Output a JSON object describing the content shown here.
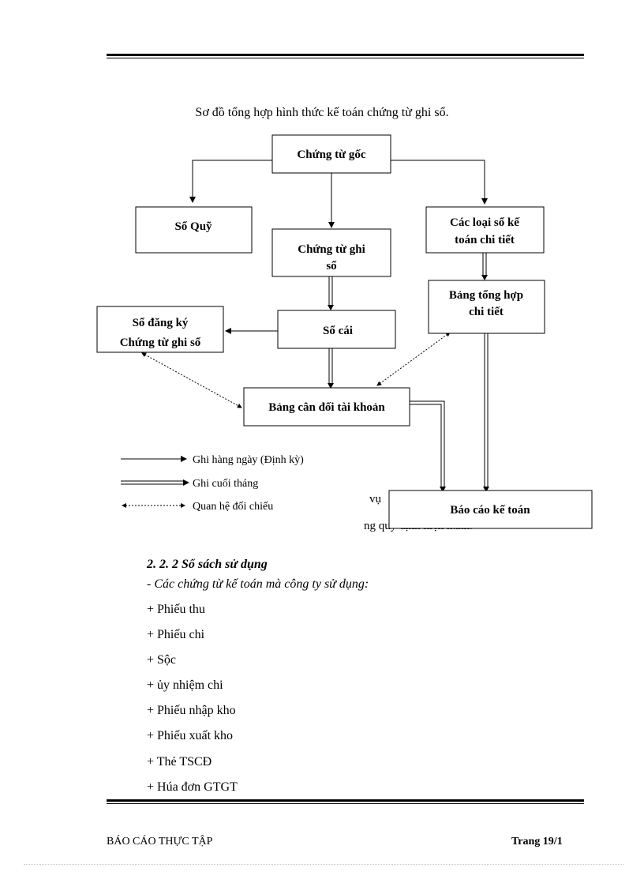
{
  "diagram": {
    "caption": "Sơ đồ tổng hợp hình thức kế toán chứng từ ghi sổ.",
    "nodes": {
      "chung_tu_goc": "Chứng từ gốc",
      "so_quy": "Sổ Quỹ",
      "chung_tu_ghi_so_l1": "Chứng từ ghi",
      "chung_tu_ghi_so_l2": "sổ",
      "so_ke_toan_chi_tiet_l1": "Các loại sổ kế",
      "so_ke_toan_chi_tiet_l2": "toán chi tiết",
      "bang_tong_hop_l1": "Bảng tổng hợp",
      "bang_tong_hop_l2": "chi tiết",
      "so_dang_ky_l1": "Sổ đăng ký",
      "so_dang_ky_l2": "Chứng từ ghi sổ",
      "so_cai": "Sổ cái",
      "bang_can_doi": "Bảng cân đối tài khoản",
      "bao_cao": "Báo cáo kế toán"
    },
    "legend": {
      "daily": "Ghi hàng ngày (Định kỳ)",
      "month_end": "Ghi cuối tháng",
      "reconcile": "Quan hệ đối chiếu"
    },
    "fragments": {
      "vu": "vụ",
      "quy_dinh": "ng quy định hiện hành."
    }
  },
  "section": {
    "heading": "2. 2. 2 Sổ sách sử dụng",
    "subheading": "- Các chứng từ kế toán mà công ty sử dụng:",
    "items": [
      "+ Phiếu thu",
      "+ Phiếu chi",
      "+ Sộc",
      "+ ủy nhiệm chi",
      "+ Phiếu nhập kho",
      "+ Phiếu xuất kho",
      "+ Thẻ TSCĐ",
      "+ Húa đơn GTGT"
    ]
  },
  "footer": {
    "left": "BÁO CÁO THỰC TẬP",
    "right": "Trang 19/1"
  }
}
